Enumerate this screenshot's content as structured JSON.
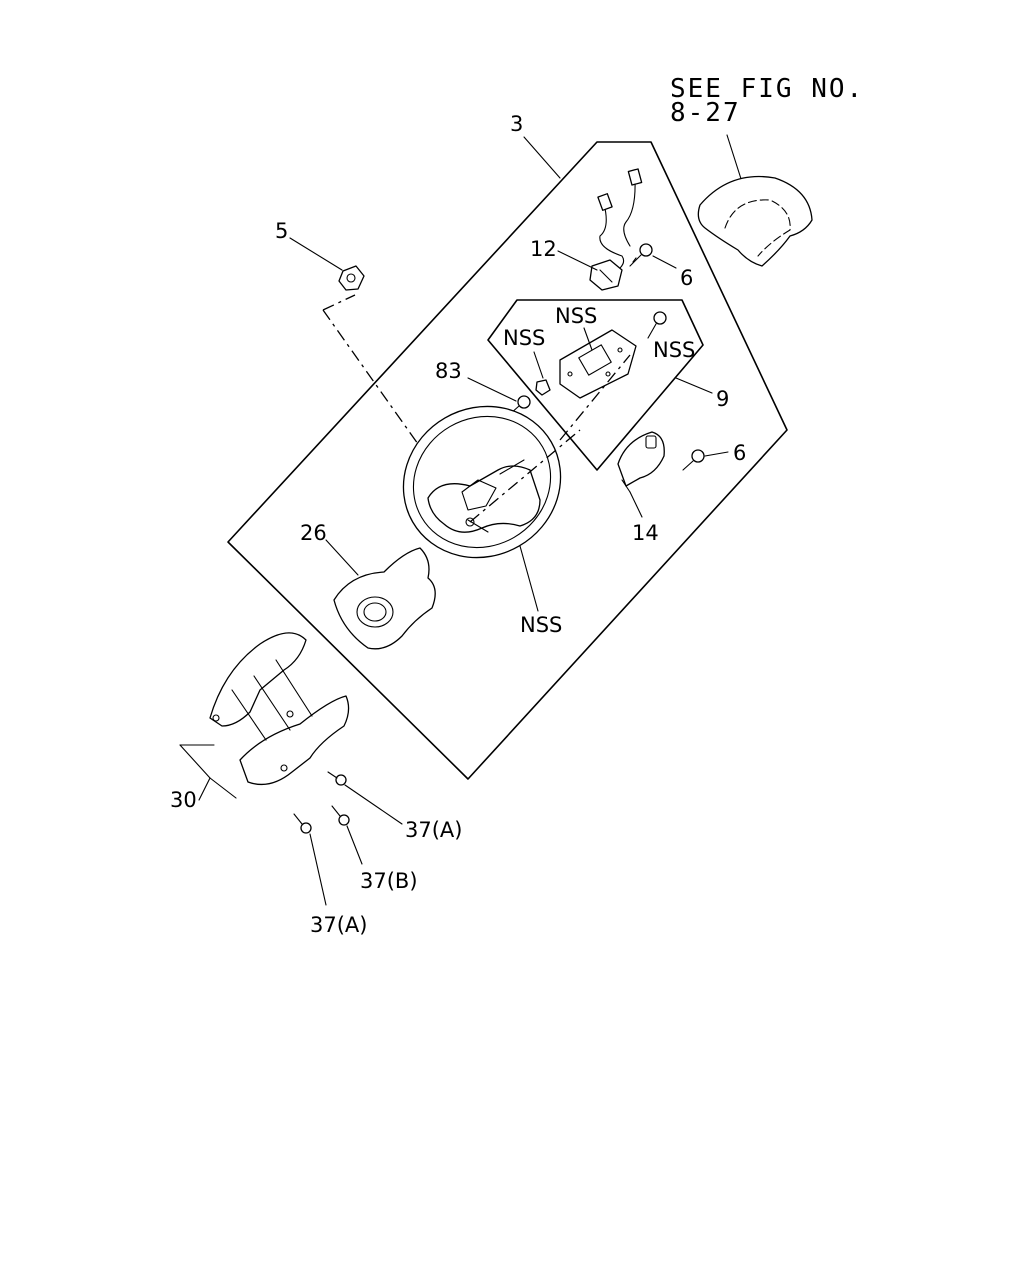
{
  "reference": {
    "line1": "SEE FIG NO.",
    "line2": "8-27"
  },
  "callouts": {
    "c3": "3",
    "c5": "5",
    "c12": "12",
    "c6a": "6",
    "c6b": "6",
    "c9": "9",
    "c14": "14",
    "c26": "26",
    "c30": "30",
    "c83": "83",
    "nss_top": "NSS",
    "nss_left": "NSS",
    "nss_right": "NSS",
    "nss_bottom": "NSS",
    "c37a_top": "37(A)",
    "c37b": "37(B)",
    "c37a_bottom": "37(A)"
  },
  "colors": {
    "line": "#000000",
    "background": "#ffffff"
  }
}
